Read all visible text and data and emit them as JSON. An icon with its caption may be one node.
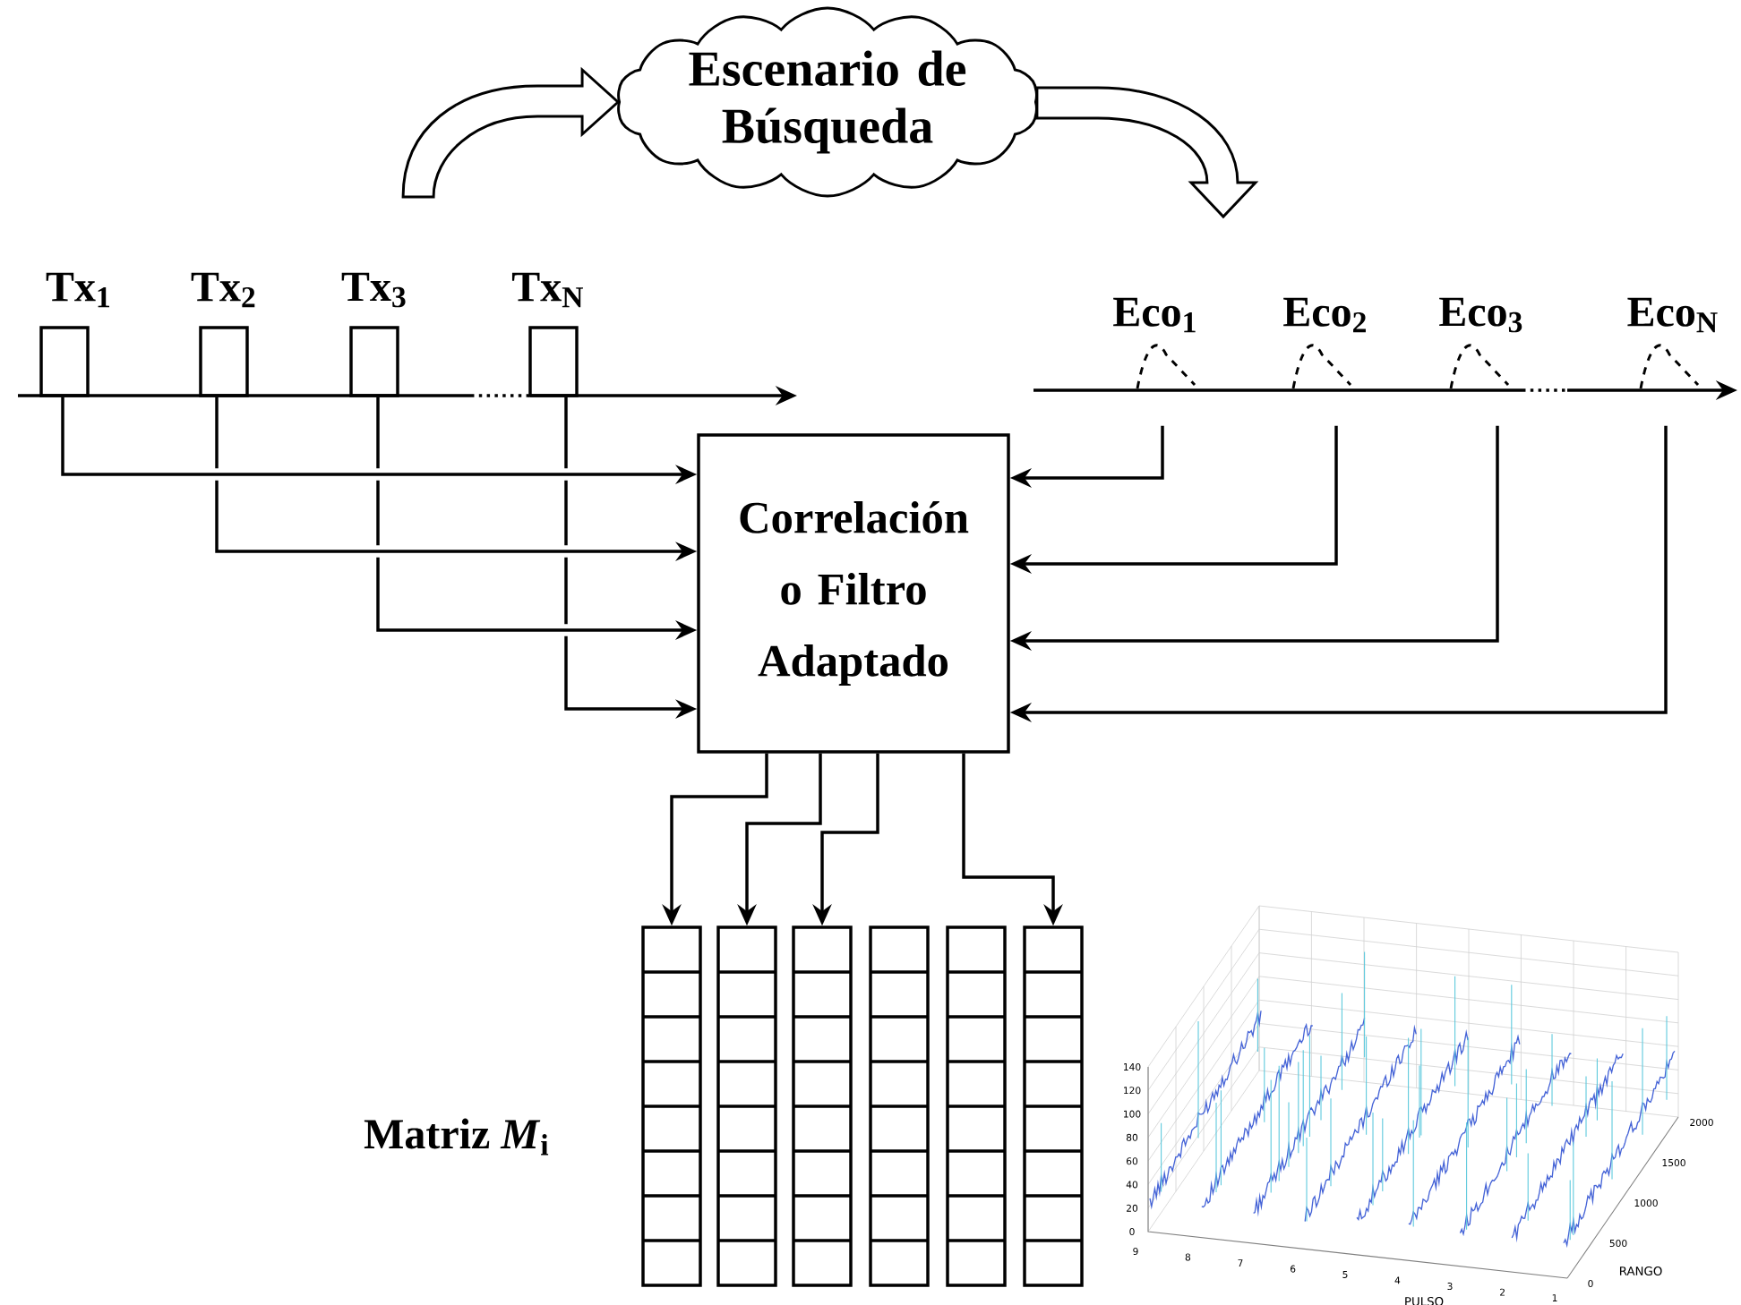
{
  "diagram": {
    "nodes": [
      {
        "text": [
          "Escenario de Búsqueda"
        ]
      },
      {
        "text": [],
        "shape": "box",
        "beside": [
          "Tx$_{1}$"
        ]
      },
      {
        "text": [],
        "shape": "box",
        "beside": [
          "Tx$_{2}$"
        ]
      },
      {
        "text": [],
        "shape": "box",
        "beside": [
          "Tx$_{3}$"
        ]
      },
      {
        "text": [],
        "shape": "box",
        "beside": [
          "Tx$_{N}$"
        ]
      },
      {
        "text": [
          "Correlación o Filtro Adaptado"
        ]
      },
      {
        "text": [],
        "shape": "curve",
        "beside": [
          "Eco$_{1}$"
        ]
      },
      {
        "text": [],
        "shape": "curve",
        "beside": [
          "Eco$_{2}$"
        ]
      },
      {
        "text": [],
        "shape": "curve",
        "beside": [
          "Eco$_{3}$"
        ]
      },
      {
        "text": [],
        "shape": "curve",
        "beside": [
          "Eco$_{N}$"
        ]
      },
      {
        "text": [],
        "shape": "box"
      },
      {
        "text": [],
        "shape": "box"
      },
      {
        "text": [],
        "shape": "box"
      },
      {
        "text": [],
        "shape": "box"
      },
      {
        "text": [],
        "shape": "box"
      },
      {
        "text": [],
        "shape": "box"
      }
    ],
    "edges": [
      {
        "from": null,
        "to": 0,
        "arrow": "to"
      },
      {
        "from": 0,
        "to": null,
        "arrow": "to"
      },
      {
        "from": 1,
        "to": 5,
        "arrow": "to"
      },
      {
        "from": 2,
        "to": 5,
        "arrow": "to"
      },
      {
        "from": 3,
        "to": 5,
        "arrow": "to"
      },
      {
        "from": 4,
        "to": 5,
        "arrow": "to"
      },
      {
        "from": 6,
        "to": 5,
        "arrow": "to"
      },
      {
        "from": 7,
        "to": 5,
        "arrow": "to"
      },
      {
        "from": 8,
        "to": 5,
        "arrow": "to"
      },
      {
        "from": 9,
        "to": 5,
        "arrow": "to"
      },
      {
        "from": 5,
        "to": 10,
        "arrow": "to"
      },
      {
        "from": 5,
        "to": 11,
        "arrow": "to"
      },
      {
        "from": 5,
        "to": 12,
        "arrow": "to"
      },
      {
        "from": 5,
        "to": 15,
        "arrow": "to"
      }
    ],
    "labels": [
      "Matriz *M*$_{i}$",
      "140",
      "120",
      "100",
      "80",
      "60",
      "40",
      "20",
      "0",
      "2000",
      "1500",
      "1000",
      "500",
      "0",
      "9",
      "8",
      "7",
      "6",
      "5",
      "4",
      "3",
      "2",
      "1",
      "RANGO",
      "PULSO"
    ]
  }
}
